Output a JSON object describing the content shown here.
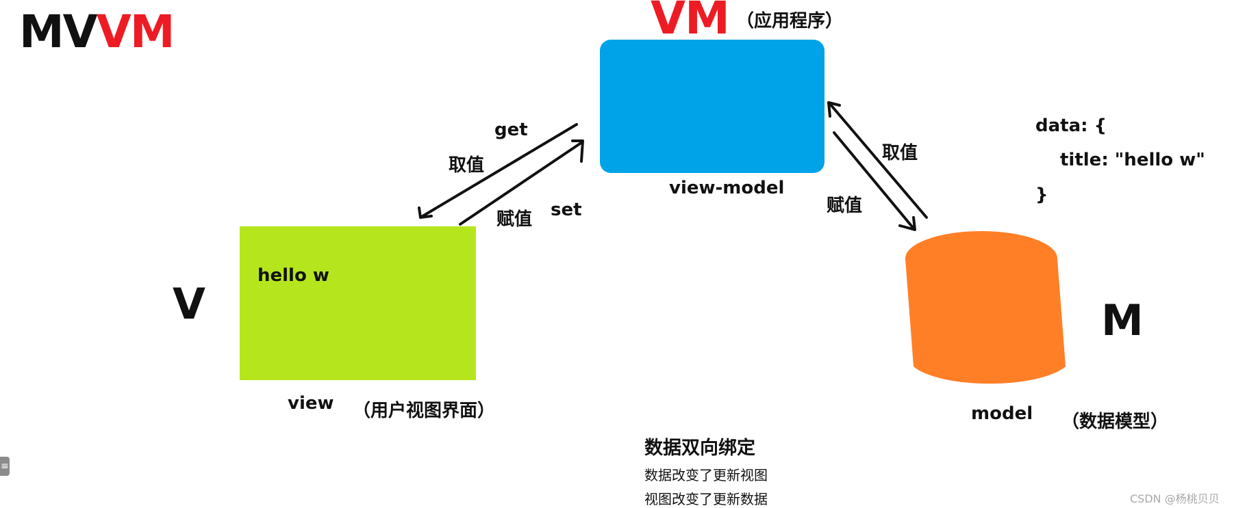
{
  "title": {
    "mv": "MV",
    "vm": "VM"
  },
  "vm_node": {
    "letter": "VM",
    "app_label": "（应用程序）",
    "name": "view-model",
    "color": "#00a2e8"
  },
  "view_node": {
    "letter": "V",
    "content": "hello w",
    "name": "view",
    "desc": "（用户视图界面）",
    "color": "#b5e61d"
  },
  "model_node": {
    "letter": "M",
    "name": "model",
    "desc": "（数据模型）",
    "color": "#ff7f27"
  },
  "left_arrows": {
    "get": "get",
    "get_cn": "取值",
    "set": "set",
    "set_cn": "赋值"
  },
  "right_arrows": {
    "get_cn": "取值",
    "set_cn": "赋值"
  },
  "model_data": [
    "data: {",
    "title: \"hello w\"",
    "}"
  ],
  "binding": {
    "heading": "数据双向绑定",
    "line1": "数据改变了更新视图",
    "line2": "视图改变了更新数据"
  },
  "watermark": "CSDN @杨桃贝贝",
  "side_tab": "≡",
  "colors": {
    "red": "#ed1c24",
    "black": "#111111"
  }
}
